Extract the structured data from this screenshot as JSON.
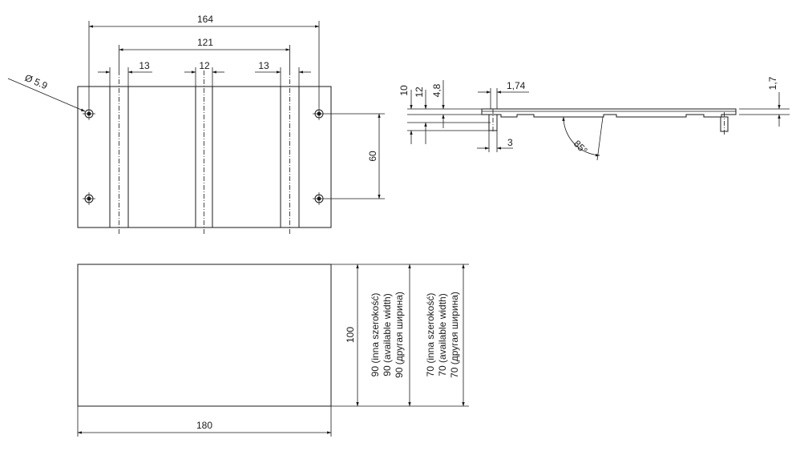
{
  "top_view": {
    "dim_overall": "164",
    "dim_inner": "121",
    "dim_slot_left": "13",
    "dim_slot_mid": "12",
    "dim_slot_right": "13",
    "dim_hole": "Ø 5.9",
    "dim_hole_spacing": "60"
  },
  "side_view": {
    "dim_10": "10",
    "dim_12": "12",
    "dim_4_8": "4,8",
    "dim_1_74": "1,74",
    "dim_3": "3",
    "dim_angle": "85°",
    "dim_1_7": "1,7"
  },
  "front_view": {
    "dim_width": "180",
    "dim_height": "100",
    "avail_90_pl": "90 (inna szerokość)",
    "avail_90_en": "90 (available width)",
    "avail_90_ru": "90 (другая ширина)",
    "avail_70_pl": "70 (inna szerokość)",
    "avail_70_en": "70 (available width)",
    "avail_70_ru": "70 (другая ширина)"
  }
}
